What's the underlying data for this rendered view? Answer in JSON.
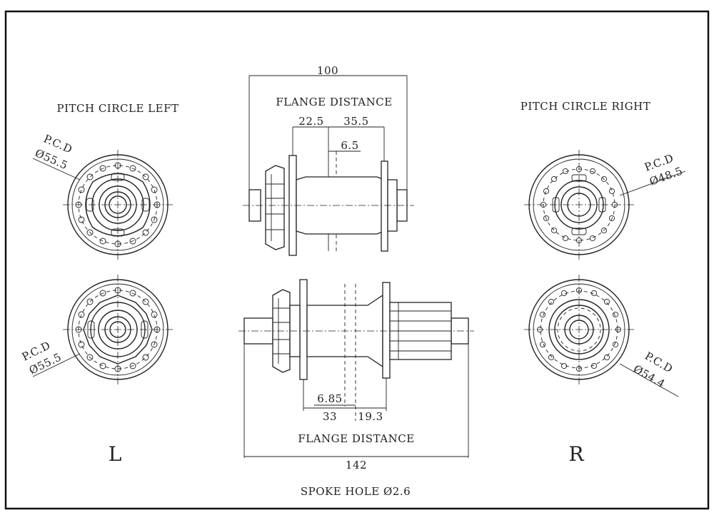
{
  "left_heading": "PITCH CIRCLE LEFT",
  "right_heading": "PITCH CIRCLE RIGHT",
  "pcd_label": "P.C.D",
  "front_left_pcd": "Ø55.5",
  "rear_left_pcd": "Ø55.5",
  "front_right_pcd": "Ø48.5",
  "rear_right_pcd": "Ø54.4",
  "front_hub": {
    "overall_dim": "100",
    "title": "FLANGE DISTANCE",
    "left_flange_dim": "22.5",
    "right_flange_dim": "35.5",
    "offset_dim": "6.5"
  },
  "rear_hub": {
    "offset_dim": "6.85",
    "left_flange_dim": "33",
    "right_flange_dim": "19.3",
    "title": "FLANGE DISTANCE",
    "overall_dim": "142"
  },
  "side_left": "L",
  "side_right": "R",
  "spoke_hole": "SPOKE HOLE Ø2.6"
}
